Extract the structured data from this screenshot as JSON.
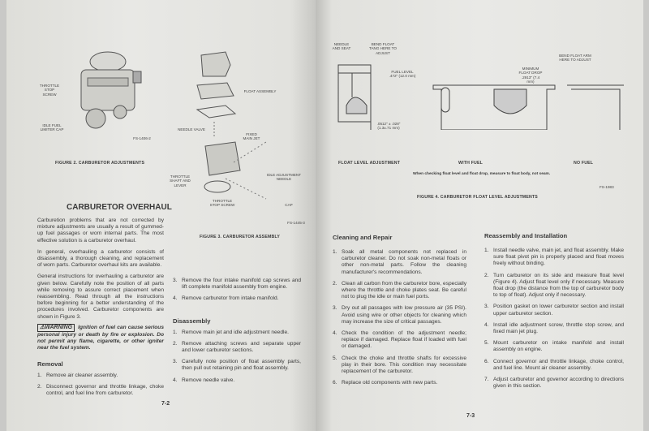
{
  "left_page": {
    "figure2": {
      "labels": {
        "throttle_stop": "THROTTLE STOP SCREW",
        "idle_fuel": "IDLE FUEL LIMITER CAP"
      },
      "code": "FS-1406-2",
      "caption": "FIGURE 2. CARBURETOR ADJUSTMENTS"
    },
    "figure3": {
      "labels": {
        "float_assembly": "FLOAT ASSEMBLY",
        "needle_valve": "NEEDLE VALVE",
        "fixed_main_jet": "FIXED MAIN JET",
        "throttle_shaft": "THROTTLE SHAFT AND LEVER",
        "idle_adjustment": "IDLE ADJUSTMENT NEEDLE",
        "throttle_stop": "THROTTLE STOP SCREW",
        "cap": "CAP"
      },
      "code": "FS-1445-3",
      "caption": "FIGURE 3. CARBURETOR ASSEMBLY"
    },
    "heading": "CARBURETOR OVERHAUL",
    "paragraphs": [
      "Carburetion problems that are not corrected by mixture adjustments are usually a result of gummed-up fuel passages or worn internal parts. The most effective solution is a carburetor overhaul.",
      "In general, overhauling a carburetor consists of disassembly, a thorough cleaning, and replacement of worn parts. Carburetor overhaul kits are available.",
      "General instructions for overhauling a carburetor are given below. Carefully note the position of all parts while removing to assure correct placement when reassembling. Read through all the instructions before beginning for a better understanding of the procedures involved. Carburetor components are shown in Figure 3."
    ],
    "warning": {
      "label": "WARNING",
      "text": "Ignition of fuel can cause serious personal injury or death by fire or explosion. Do not permit any flame, cigarette, or other igniter near the fuel system."
    },
    "removal": {
      "heading": "Removal",
      "steps": [
        "Remove air cleaner assembly.",
        "Disconnect governor and throttle linkage, choke control, and fuel line from carburetor.",
        "Remove the four intake manifold cap screws and lift complete manifold assembly from engine.",
        "Remove carburetor from intake manifold."
      ]
    },
    "disassembly": {
      "heading": "Disassembly",
      "steps": [
        "Remove main jet and idle adjustment needle.",
        "Remove attaching screws and separate upper and lower carburetor sections.",
        "Carefully note position of float assembly parts, then pull out retaining pin and float assembly.",
        "Remove needle valve."
      ]
    },
    "page_number": "7-2"
  },
  "right_page": {
    "figure4": {
      "labels": {
        "needle_seat": "NEEDLE AND SEAT",
        "bend_tang": "BEND FLOAT TANG HERE TO ADJUST",
        "fuel_level": "FUEL LEVEL .472\" (12.0 mm)",
        "gap": ".0512\" ± .028\" (1.3±.71 mm)",
        "min_drop": "MINIMUM FLOAT DROP .2913\" (7.4 mm)",
        "bend_arm": "BEND FLOAT ARM HERE TO ADJUST"
      },
      "sub_captions": [
        "FLOAT LEVEL ADJUSTMENT",
        "WITH FUEL",
        "NO FUEL"
      ],
      "note": "When checking float level and float drop, measure to float body, not seam.",
      "code": "FS-1983",
      "caption": "FIGURE 4. CARBURETOR FLOAT LEVEL ADJUSTMENTS"
    },
    "cleaning": {
      "heading": "Cleaning and Repair",
      "steps": [
        "Soak all metal components not replaced in carburetor cleaner. Do not soak non-metal floats or other non-metal parts. Follow the cleaning manufacturer's recommendations.",
        "Clean all carbon from the carburetor bore, especially where the throttle and choke plates seat. Be careful not to plug the idle or main fuel ports.",
        "Dry out all passages with low pressure air (35 PSI). Avoid using wire or other objects for cleaning which may increase the size of critical passages.",
        "Check the condition of the adjustment needle; replace if damaged. Replace float if loaded with fuel or damaged.",
        "Check the choke and throttle shafts for excessive play in their bore. This condition may necessitate replacement of the carburetor.",
        "Replace old components with new parts."
      ]
    },
    "reassembly": {
      "heading": "Reassembly and Installation",
      "steps": [
        "Install needle valve, main jet, and float assembly. Make sure float pivot pin is properly placed and float moves freely without binding.",
        "Turn carburetor on its side and measure float level (Figure 4). Adjust float level only if necessary. Measure float drop (the distance from the top of carburetor body to top of float). Adjust only if necessary.",
        "Position gasket on lower carburetor section and install upper carburetor section.",
        "Install idle adjustment screw, throttle stop screw, and fixed main jet plug.",
        "Mount carburetor on intake manifold and install assembly on engine.",
        "Connect governor and throttle linkage, choke control, and fuel line. Mount air cleaner assembly.",
        "Adjust carburetor and governor according to directions given in this section."
      ]
    },
    "page_number": "7-3"
  }
}
